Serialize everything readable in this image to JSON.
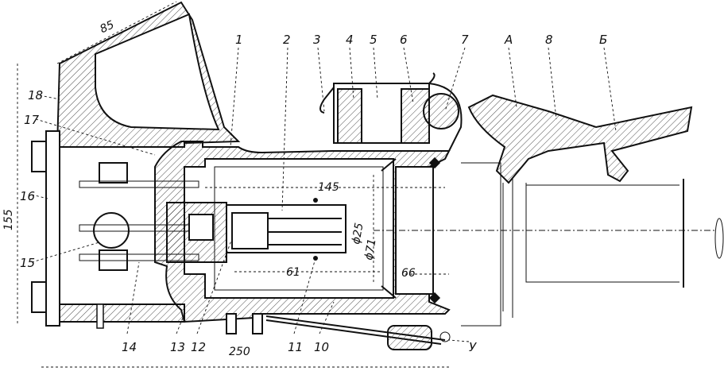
{
  "drawing": {
    "part_labels": {
      "p1": "1",
      "p2": "2",
      "p3": "3",
      "p4": "4",
      "p5": "5",
      "p6": "6",
      "p7": "7",
      "pA": "А",
      "p8": "8",
      "pB": "Б",
      "p10": "10",
      "p11": "11",
      "p12": "12",
      "p13": "13",
      "p14": "14",
      "p15": "15",
      "p16": "16",
      "p17": "17",
      "p18": "18",
      "pU": "У"
    },
    "dimensions": {
      "d85": "85",
      "d155": "155",
      "d145": "145",
      "d25": "ϕ25",
      "d71": "ϕ71",
      "d61": "61",
      "d66": "66",
      "d250": "250"
    }
  }
}
